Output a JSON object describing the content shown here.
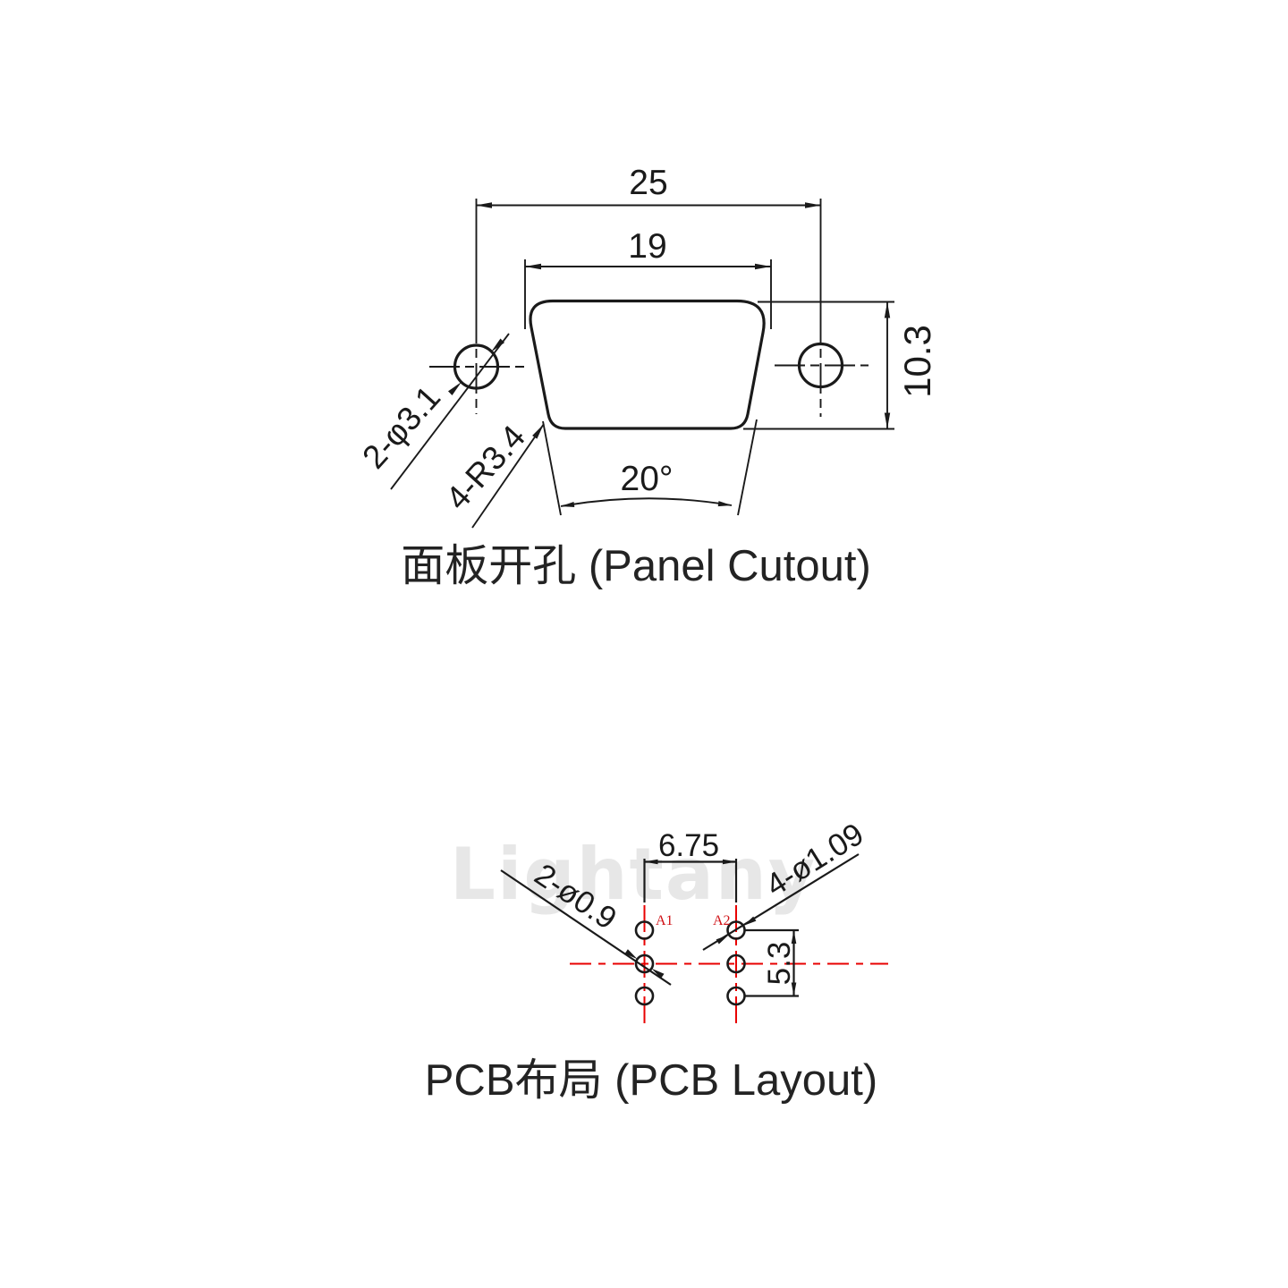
{
  "colors": {
    "line": "#1a1a1a",
    "accent_red": "#e80000",
    "pin_label_red": "#d01116",
    "watermark_gray": "#e7e7e7",
    "background": "#ffffff"
  },
  "watermark": "Lightany",
  "panel_cutout": {
    "caption": "面板开孔 (Panel Cutout)",
    "dim_mount_hole_spacing": "25",
    "dim_cutout_width": "19",
    "dim_cutout_height": "10.3",
    "label_mount_holes": "2-φ3.1",
    "label_corner_radius": "4-R3.4",
    "dim_side_angle": "20°"
  },
  "pcb_layout": {
    "caption": "PCB布局 (PCB Layout)",
    "dim_pin_spacing": "6.75",
    "dim_row_spacing": "5.3",
    "label_small_holes": "2-ø0.9",
    "label_large_holes": "4-ø1.09",
    "pin_a1": "A1",
    "pin_a2": "A2"
  }
}
